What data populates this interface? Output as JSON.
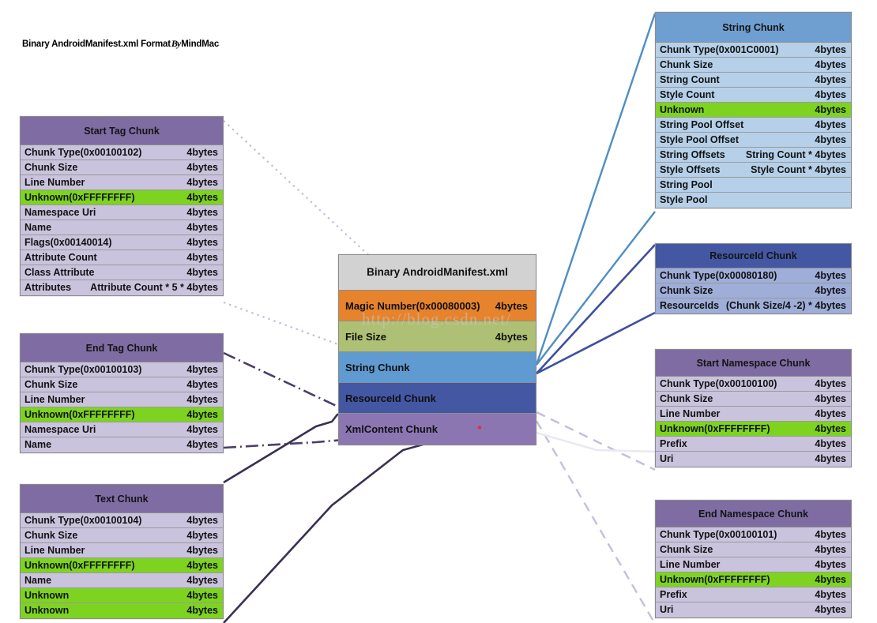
{
  "title": {
    "prefix": "Binary AndroidManifest.xml Format",
    "by": "By",
    "author": "MindMac"
  },
  "watermark": "http://blog.csdn.net/",
  "colors": {
    "header_purple": "#7e6ca3",
    "row_purple": "#cac3dd",
    "header_gray": "#d2d2d2",
    "header_blue": "#6f9fd0",
    "row_blue": "#b6d0e9",
    "header_dark_blue": "#4457a3",
    "row_dark_blue": "#9fadd9",
    "highlight_green": "#7ed321",
    "magic_orange": "#e6832c",
    "filesize_olive": "#aec073",
    "string_blue": "#5f9bd1",
    "resourceid_blue": "#4457a3",
    "xmlcontent_purple": "#8b76b2",
    "asterisk_red": "#e8232a"
  },
  "center": {
    "title": "Binary AndroidManifest.xml",
    "rows": [
      {
        "label": "Magic Number(0x00080003)",
        "size": "4bytes",
        "style": "c-orange"
      },
      {
        "label": "File Size",
        "size": "4bytes",
        "style": "c-olive"
      },
      {
        "label": "String Chunk",
        "size": "",
        "style": "c-blue"
      },
      {
        "label": "ResourceId Chunk",
        "size": "",
        "style": "c-dblue"
      },
      {
        "label": "XmlContent Chunk",
        "size": "",
        "style": "c-purple",
        "asterisk": "*"
      }
    ]
  },
  "boxes": {
    "start_tag": {
      "title": "Start Tag Chunk",
      "rows": [
        {
          "label": "Chunk Type(0x00100102)",
          "size": "4bytes"
        },
        {
          "label": "Chunk Size",
          "size": "4bytes"
        },
        {
          "label": "Line Number",
          "size": "4bytes"
        },
        {
          "label": "Unknown(0xFFFFFFFF)",
          "size": "4bytes",
          "highlight": true
        },
        {
          "label": "Namespace Uri",
          "size": "4bytes"
        },
        {
          "label": "Name",
          "size": "4bytes"
        },
        {
          "label": "Flags(0x00140014)",
          "size": "4bytes"
        },
        {
          "label": "Attribute Count",
          "size": "4bytes"
        },
        {
          "label": "Class Attribute",
          "size": "4bytes"
        },
        {
          "label": "Attributes",
          "size": "Attribute Count * 5 * 4bytes"
        }
      ]
    },
    "end_tag": {
      "title": "End Tag Chunk",
      "rows": [
        {
          "label": "Chunk Type(0x00100103)",
          "size": "4bytes"
        },
        {
          "label": "Chunk Size",
          "size": "4bytes"
        },
        {
          "label": "Line Number",
          "size": "4bytes"
        },
        {
          "label": "Unknown(0xFFFFFFFF)",
          "size": "4bytes",
          "highlight": true
        },
        {
          "label": "Namespace Uri",
          "size": "4bytes"
        },
        {
          "label": "Name",
          "size": "4bytes"
        }
      ]
    },
    "text": {
      "title": "Text Chunk",
      "rows": [
        {
          "label": "Chunk Type(0x00100104)",
          "size": "4bytes"
        },
        {
          "label": "Chunk Size",
          "size": "4bytes"
        },
        {
          "label": "Line Number",
          "size": "4bytes"
        },
        {
          "label": "Unknown(0xFFFFFFFF)",
          "size": "4bytes",
          "highlight": true
        },
        {
          "label": "Name",
          "size": "4bytes"
        },
        {
          "label": "Unknown",
          "size": "4bytes",
          "highlight": true
        },
        {
          "label": "Unknown",
          "size": "4bytes",
          "highlight": true
        }
      ]
    },
    "string_chunk": {
      "title": "String Chunk",
      "rows": [
        {
          "label": "Chunk Type(0x001C0001)",
          "size": "4bytes"
        },
        {
          "label": "Chunk Size",
          "size": "4bytes"
        },
        {
          "label": "String Count",
          "size": "4bytes"
        },
        {
          "label": "Style Count",
          "size": "4bytes"
        },
        {
          "label": "Unknown",
          "size": "4bytes",
          "highlight": true
        },
        {
          "label": "String Pool Offset",
          "size": "4bytes"
        },
        {
          "label": "Style Pool Offset",
          "size": "4bytes"
        },
        {
          "label": "String Offsets",
          "size": "String Count * 4bytes"
        },
        {
          "label": "Style Offsets",
          "size": "Style Count * 4bytes"
        },
        {
          "label": "String Pool",
          "size": ""
        },
        {
          "label": "Style Pool",
          "size": ""
        }
      ]
    },
    "resourceid": {
      "title": "ResourceId Chunk",
      "rows": [
        {
          "label": "Chunk Type(0x00080180)",
          "size": "4bytes"
        },
        {
          "label": "Chunk Size",
          "size": "4bytes"
        },
        {
          "label": "ResourceIds",
          "size": "(Chunk Size/4 -2) * 4bytes"
        }
      ]
    },
    "start_ns": {
      "title": "Start Namespace Chunk",
      "rows": [
        {
          "label": "Chunk Type(0x00100100)",
          "size": "4bytes"
        },
        {
          "label": "Chunk Size",
          "size": "4bytes"
        },
        {
          "label": "Line Number",
          "size": "4bytes"
        },
        {
          "label": "Unknown(0xFFFFFFFF)",
          "size": "4bytes",
          "highlight": true
        },
        {
          "label": "Prefix",
          "size": "4bytes"
        },
        {
          "label": "Uri",
          "size": "4bytes"
        }
      ]
    },
    "end_ns": {
      "title": "End Namespace Chunk",
      "rows": [
        {
          "label": "Chunk Type(0x00100101)",
          "size": "4bytes"
        },
        {
          "label": "Chunk Size",
          "size": "4bytes"
        },
        {
          "label": "Line Number",
          "size": "4bytes"
        },
        {
          "label": "Unknown(0xFFFFFFFF)",
          "size": "4bytes",
          "highlight": true
        },
        {
          "label": "Prefix",
          "size": "4bytes"
        },
        {
          "label": "Uri",
          "size": "4bytes"
        }
      ]
    }
  }
}
